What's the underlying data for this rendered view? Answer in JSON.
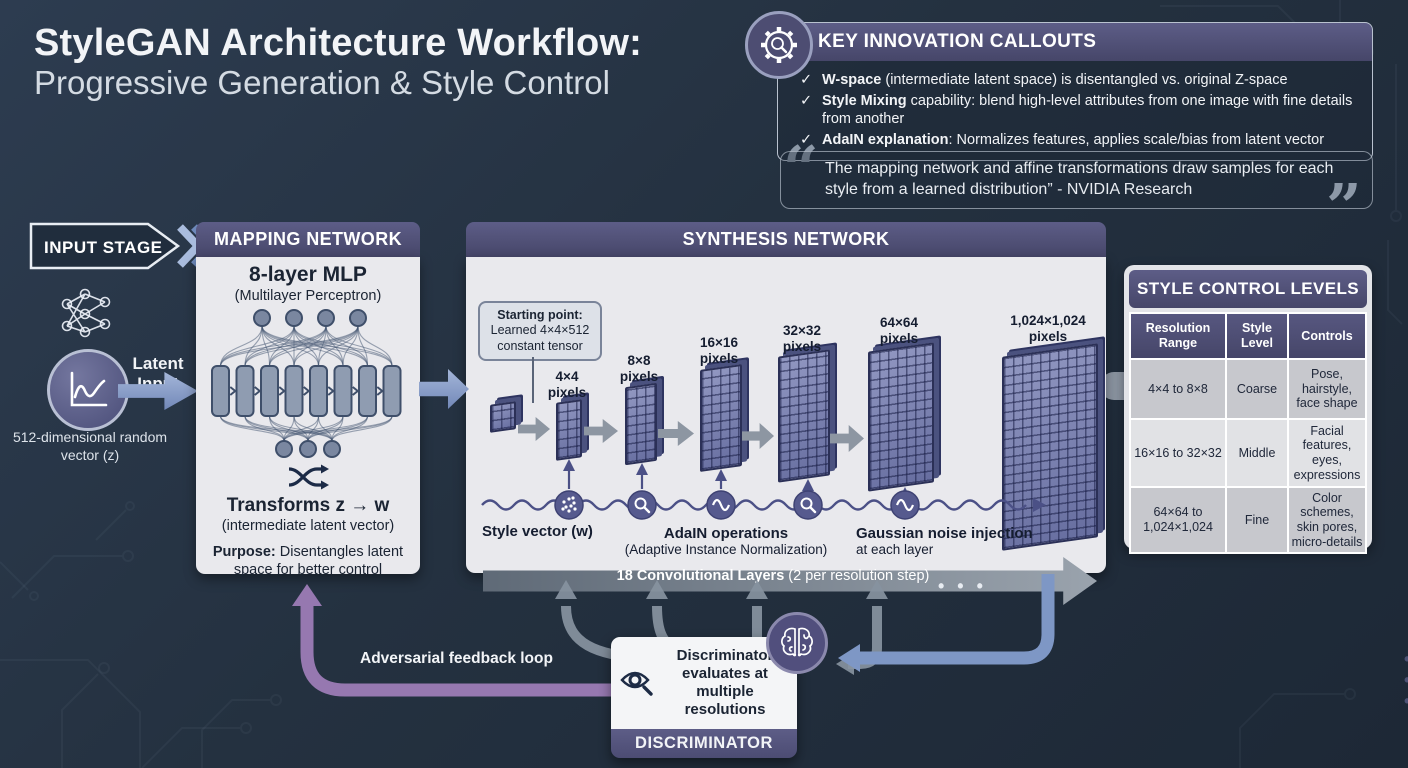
{
  "title": {
    "line1": "StyleGAN Architecture Workflow:",
    "line2": "Progressive Generation & Style Control"
  },
  "key_innovations": {
    "title": "KEY INNOVATION CALLOUTS",
    "check": "✓",
    "items": [
      {
        "bold": "W-space",
        "rest": " (intermediate latent space) is disentangled vs. original Z-space"
      },
      {
        "bold": "Style Mixing",
        "rest": " capability: blend high-level attributes from one image with fine details from another"
      },
      {
        "bold": "AdaIN explanation",
        "rest": ": Normalizes features, applies scale/bias from latent vector"
      }
    ]
  },
  "quote": {
    "open_mark": "“",
    "close_mark": "”",
    "text": "The mapping network and affine transformations draw samples for each style from a learned distribution” - NVIDIA Research"
  },
  "input_stage": {
    "label": "INPUT STAGE",
    "latent_label": "Latent Input",
    "caption": "512-dimensional random vector (z)"
  },
  "mapping_network": {
    "title": "MAPPING NETWORK",
    "mlp_title": "8-layer MLP",
    "mlp_subtitle": "(Multilayer Perceptron)",
    "transform": "Transforms z → w",
    "transform_subtitle": "(intermediate latent vector)",
    "purpose_bold": "Purpose:",
    "purpose_rest": " Disentangles latent space for better control"
  },
  "synthesis_network": {
    "title": "SYNTHESIS NETWORK",
    "starting_point": {
      "bold": "Starting point:",
      "line2": "Learned 4×4×512",
      "line3": "constant tensor"
    },
    "blocks": [
      {
        "l1": "4×4",
        "l2": "pixels"
      },
      {
        "l1": "8×8",
        "l2": "pixels"
      },
      {
        "l1": "16×16",
        "l2": "pixels"
      },
      {
        "l1": "32×32",
        "l2": "pixels"
      },
      {
        "l1": "64×64",
        "l2": "pixels"
      },
      {
        "l1": "1,024×1,024",
        "l2": "pixels"
      }
    ],
    "ellipsis": "• • •",
    "style_vector_label": "Style vector (w)",
    "adain_label": "AdaIN operations",
    "adain_subtitle": "(Adaptive Instance Normalization)",
    "noise_label": "Gaussian noise injection",
    "noise_subtitle": "at each layer",
    "conv_bold": "18 Convolutional Layers",
    "conv_rest": " (2 per resolution step)"
  },
  "style_control": {
    "title": "STYLE CONTROL LEVELS",
    "columns": [
      "Resolution Range",
      "Style Level",
      "Controls"
    ],
    "rows": [
      [
        "4×4 to 8×8",
        "Coarse",
        "Pose, hairstyle, face shape"
      ],
      [
        "16×16 to 32×32",
        "Middle",
        "Facial features, eyes, expressions"
      ],
      [
        "64×64 to 1,024×1,024",
        "Fine",
        "Color schemes, skin pores, micro-details"
      ]
    ]
  },
  "discriminator": {
    "note": "Discriminator evaluates at multiple resolutions",
    "title": "DISCRIMINATOR"
  },
  "feedback": {
    "label": "Adversarial feedback loop",
    "ellipsis": "• • •"
  },
  "icons": {
    "key_innovations": "gear-magnifier-icon",
    "input_network": "neural-net-icon",
    "latent_vector": "waveform-chart-icon",
    "shuffle": "shuffle-arrows-icon",
    "noise_node": "noise-dots-icon",
    "adain_node": "magnifier-icon",
    "wave_node": "sine-wave-icon",
    "discriminator_eye": "eye-magnifier-icon",
    "discriminator_brain": "brain-icon"
  },
  "colors": {
    "background": "#22303f",
    "panel_header": "#4d4d72",
    "panel_body": "#e9e9ed",
    "accent_blue": "#7e97c5",
    "accent_purple": "#9678b0",
    "node_purple": "#565a8e",
    "arrow_gray": "#8793a0",
    "text_light": "#f2f4f7",
    "text_dark": "#1b2433"
  }
}
